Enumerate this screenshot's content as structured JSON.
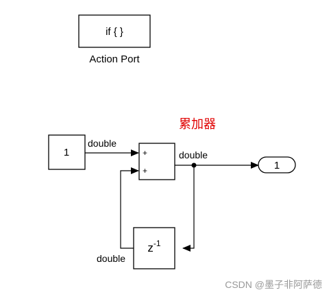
{
  "action_port_block": {
    "label": "if { }",
    "caption": "Action Port"
  },
  "annotation": {
    "text": "累加器",
    "color": "#e00000"
  },
  "constant_block": {
    "value": "1"
  },
  "sum_block": {
    "input_1_sign": "+",
    "input_2_sign": "+"
  },
  "delay_block": {
    "label_base": "z",
    "label_exp": "-1"
  },
  "outport_block": {
    "number": "1"
  },
  "signals": {
    "constant_to_sum": "double",
    "sum_output": "double",
    "delay_output": "double"
  },
  "watermark": "CSDN @墨子非阿萨德"
}
